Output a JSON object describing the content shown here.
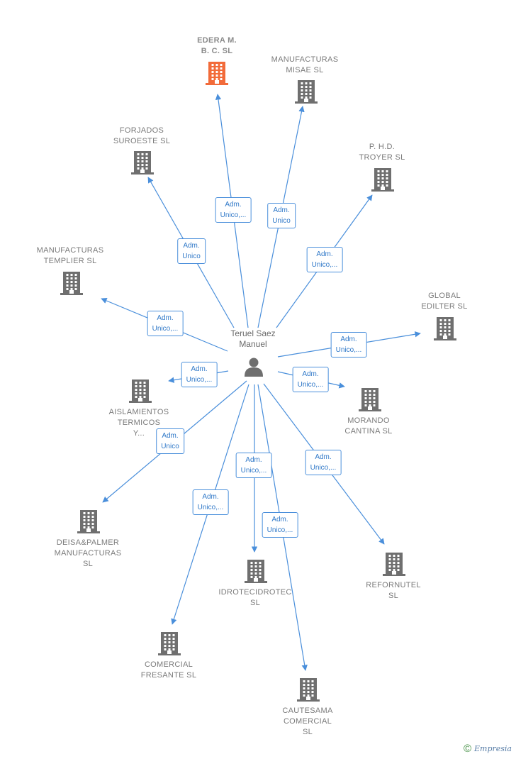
{
  "person": {
    "name": "Teruel Saez\nManuel"
  },
  "colors": {
    "edge": "#4a8fdb",
    "icon": "#6f6f6f",
    "highlight_icon": "#f26b3a"
  },
  "companies": [
    {
      "id": "edera",
      "label": "EDERA M.\nB. C.  SL",
      "relation": "Adm.\nUnico,...",
      "highlight": true
    },
    {
      "id": "misae",
      "label": "MANUFACTURAS\nMISAE  SL",
      "relation": "Adm.\nUnico"
    },
    {
      "id": "forjados",
      "label": "FORJADOS\nSUROESTE  SL",
      "relation": "Adm.\nUnico"
    },
    {
      "id": "troyer",
      "label": "P. H.D.\nTROYER  SL",
      "relation": "Adm.\nUnico,..."
    },
    {
      "id": "templier",
      "label": "MANUFACTURAS\nTEMPLIER  SL",
      "relation": "Adm.\nUnico,..."
    },
    {
      "id": "edilter",
      "label": "GLOBAL\nEDILTER  SL",
      "relation": "Adm.\nUnico,..."
    },
    {
      "id": "aislamientos",
      "label": "AISLAMIENTOS\nTERMICOS\nY...",
      "relation": "Adm.\nUnico,..."
    },
    {
      "id": "morando",
      "label": "MORANDO\nCANTINA  SL",
      "relation": "Adm.\nUnico,..."
    },
    {
      "id": "deisa",
      "label": "DEISA&PALMER\nMANUFACTURAS\nSL",
      "relation": "Adm.\nUnico"
    },
    {
      "id": "refornutel",
      "label": "REFORNUTEL\nSL",
      "relation": "Adm.\nUnico,..."
    },
    {
      "id": "idrotec",
      "label": "IDROTECIDROTEC\nSL",
      "relation": "Adm.\nUnico,..."
    },
    {
      "id": "fresante",
      "label": "COMERCIAL\nFRESANTE  SL",
      "relation": "Adm.\nUnico,..."
    },
    {
      "id": "cautesama",
      "label": "CAUTESAMA\nCOMERCIAL\nSL",
      "relation": "Adm.\nUnico,..."
    }
  ],
  "footer": {
    "copyright": "©",
    "brand": "Empresia"
  }
}
